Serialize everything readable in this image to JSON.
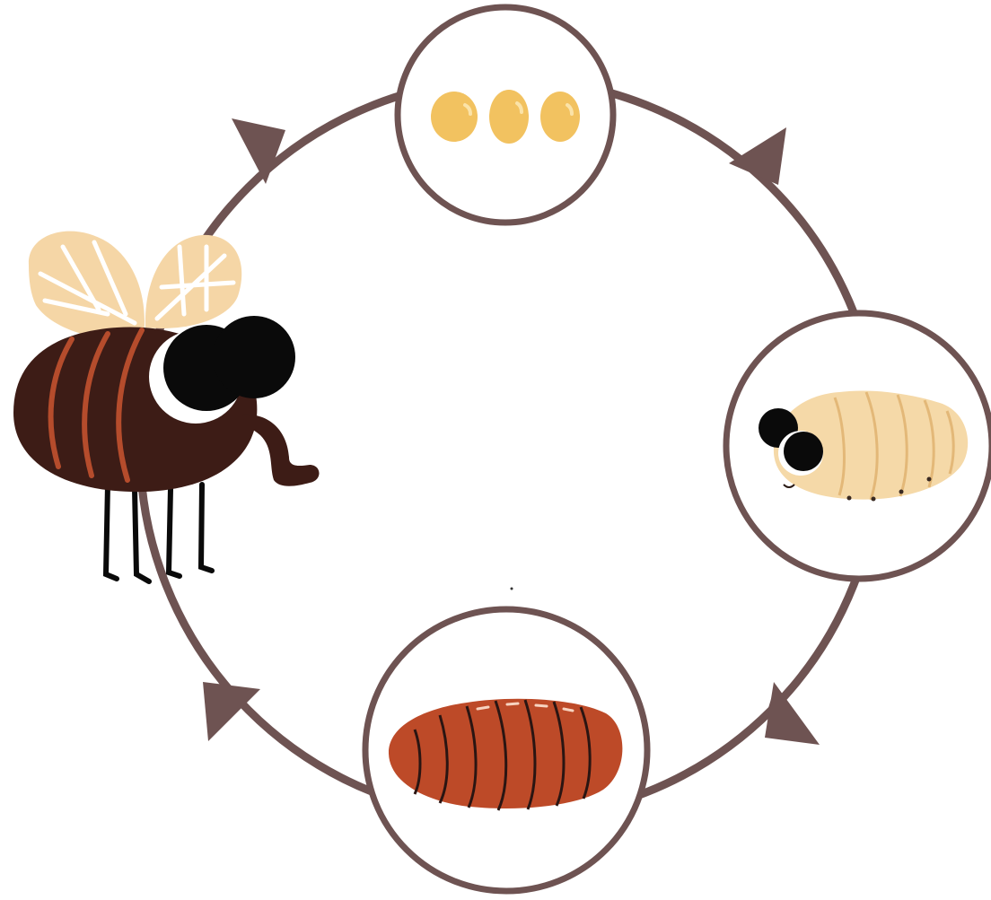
{
  "diagram": {
    "kind": "cycle",
    "direction": "clockwise",
    "stages": [
      {
        "id": "egg",
        "icon": "eggs-icon"
      },
      {
        "id": "larva",
        "icon": "larva-icon"
      },
      {
        "id": "pupa",
        "icon": "pupa-icon"
      },
      {
        "id": "adult",
        "icon": "fly-icon"
      }
    ],
    "arrows": [
      "egg-to-larva",
      "larva-to-pupa",
      "pupa-to-adult",
      "adult-to-egg"
    ]
  },
  "colors": {
    "ring": "#6e5352",
    "egg": "#f2c260",
    "larva_body": "#f5d9a8",
    "larva_segment": "#e3b878",
    "pupa_body": "#bd4a28",
    "pupa_line": "#2a1512",
    "fly_body": "#3d1c16",
    "fly_stripe": "#b54c2c",
    "wing": "#f5d6a6",
    "eye": "#0a0a0a"
  }
}
